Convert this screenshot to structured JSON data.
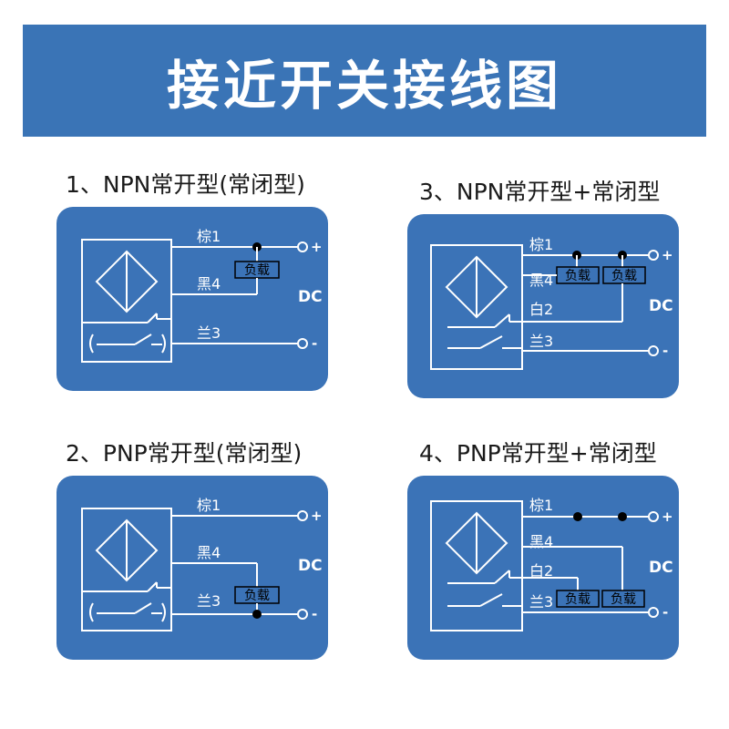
{
  "title": "接近开关接线图",
  "colors": {
    "banner": "#3a74b6",
    "panel": "#3b73b7",
    "wire": "#ffffff",
    "load_fill": "#3b73b7"
  },
  "diagrams": [
    {
      "heading": "1、NPN常开型(常闭型)",
      "wire1": "棕1",
      "wire2": "黑4",
      "wire3": "兰3",
      "load": "负载",
      "plus": "+",
      "minus": "-",
      "dc": "DC"
    },
    {
      "heading": "3、NPN常开型+常闭型",
      "wire1": "棕1",
      "wire2": "黑4",
      "wire_extra": "白2",
      "wire3": "兰3",
      "load": "负载",
      "load2": "负载",
      "plus": "+",
      "minus": "-",
      "dc": "DC"
    },
    {
      "heading": "2、PNP常开型(常闭型)",
      "wire1": "棕1",
      "wire2": "黑4",
      "wire3": "兰3",
      "load": "负载",
      "plus": "+",
      "minus": "-",
      "dc": "DC"
    },
    {
      "heading": "4、PNP常开型+常闭型",
      "wire1": "棕1",
      "wire2": "黑4",
      "wire_extra": "白2",
      "wire3": "兰3",
      "load": "负载",
      "load2": "负载",
      "plus": "+",
      "minus": "-",
      "dc": "DC"
    }
  ]
}
